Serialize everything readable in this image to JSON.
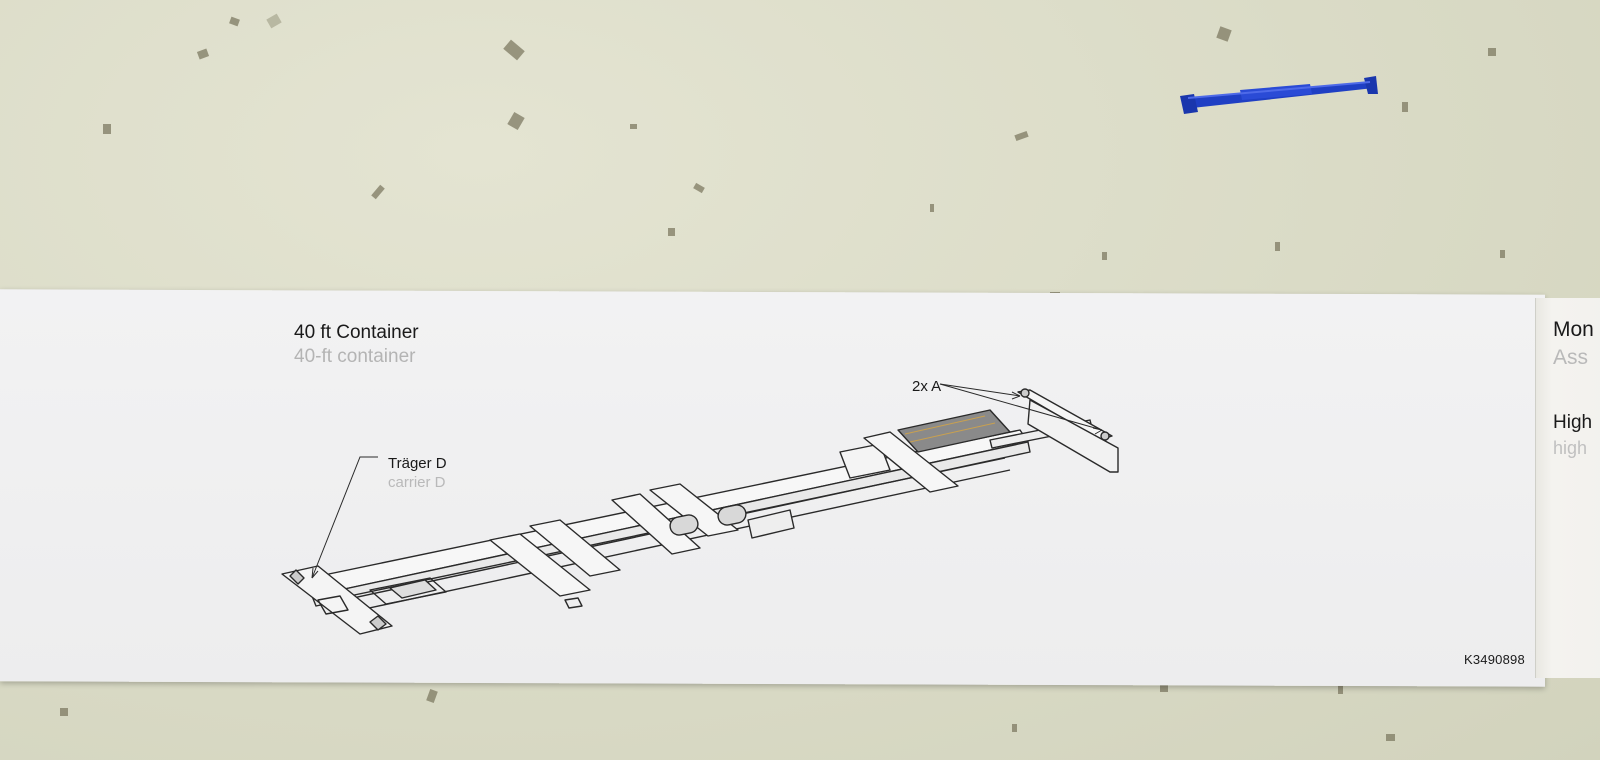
{
  "sheet": {
    "title_de": "40 ft Container",
    "title_en": "40-ft container",
    "label_a": "2x A",
    "label_d_de": "Träger D",
    "label_d_en": "carrier D",
    "code": "K3490898"
  },
  "next_sheet": {
    "line1": "Mon",
    "line2": "Ass",
    "line3": "High",
    "line4": "high"
  },
  "colors": {
    "table": "#dcdcc8",
    "paper": "#efeff0",
    "blue_part": "#1f3fc4",
    "drawing_line": "#2a2a2a"
  },
  "icons": [
    "blue-plastic-part",
    "chassis-line-drawing"
  ]
}
